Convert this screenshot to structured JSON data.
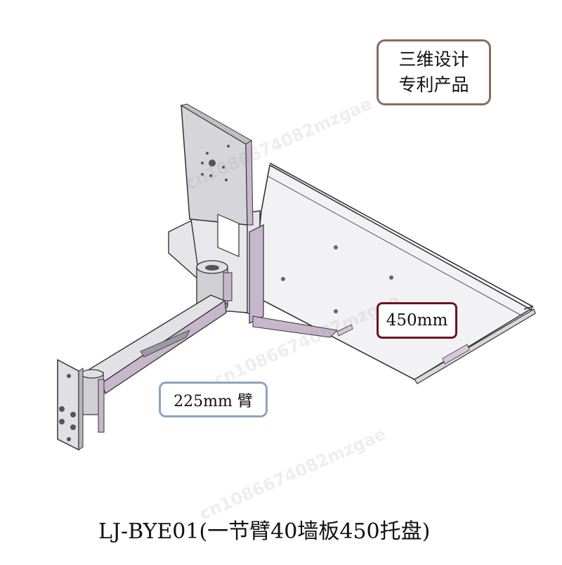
{
  "badge": {
    "line1": "三维设计",
    "line2": "专利产品"
  },
  "tray_dimension": "450mm",
  "arm_dimension": "225mm 臂",
  "caption": "LJ-BYE01(一节臂40墙板450托盘)",
  "watermark": "cn1086674082mzgae",
  "colors": {
    "badge_border": "#8a6a5e",
    "tray_label_border": "#6b1420",
    "arm_label_border": "#8fa4bf",
    "metal": "#d9d9de",
    "arm_accent": "#c8b6cc"
  }
}
